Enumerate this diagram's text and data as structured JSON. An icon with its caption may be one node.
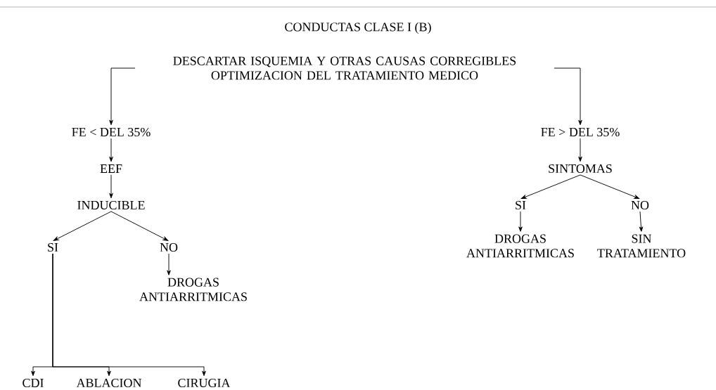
{
  "diagram": {
    "title": "CONDUCTAS  CLASE I (B)",
    "nodes": [
      {
        "text": [
          "DESCARTAR ISQUEMIA Y OTRAS CAUSAS CORREGIBLES OPTIMIZACION DEL TRATAMIENTO MEDICO"
        ]
      },
      {
        "text": [
          "FE < DEL 35%"
        ]
      },
      {
        "text": [
          "EEF"
        ]
      },
      {
        "text": [
          "INDUCIBLE"
        ]
      },
      {
        "text": [
          "SI"
        ]
      },
      {
        "text": [
          "NO"
        ]
      },
      {
        "text": [
          "DROGAS ANTIARRITMICAS"
        ]
      },
      {
        "text": [
          "CDI"
        ]
      },
      {
        "text": [
          "ABLACION"
        ]
      },
      {
        "text": [
          "CIRUGIA"
        ]
      },
      {
        "text": [
          "FE > DEL 35%"
        ]
      },
      {
        "text": [
          "SINTOMAS"
        ]
      },
      {
        "text": [
          "SI"
        ]
      },
      {
        "text": [
          "NO"
        ]
      },
      {
        "text": [
          "DROGAS ANTIARRITMICAS"
        ]
      },
      {
        "text": [
          "SIN TRATAMIENTO"
        ]
      }
    ],
    "edges": [
      {
        "from": 0,
        "to": 1,
        "arrow": "to"
      },
      {
        "from": 0,
        "to": 10,
        "arrow": "to"
      },
      {
        "from": 1,
        "to": 2,
        "arrow": "to"
      },
      {
        "from": 2,
        "to": 3,
        "arrow": "to"
      },
      {
        "from": 3,
        "to": 4,
        "arrow": "to"
      },
      {
        "from": 3,
        "to": 5,
        "arrow": "to"
      },
      {
        "from": 5,
        "to": 6,
        "arrow": "to"
      },
      {
        "from": 4,
        "to": 7,
        "arrow": "to"
      },
      {
        "from": 4,
        "to": 8,
        "arrow": "to"
      },
      {
        "from": 4,
        "to": 9,
        "arrow": "to"
      },
      {
        "from": 10,
        "to": 11,
        "arrow": "to"
      },
      {
        "from": 11,
        "to": 12,
        "arrow": "to"
      },
      {
        "from": 11,
        "to": 13,
        "arrow": "to"
      },
      {
        "from": 12,
        "to": 14,
        "arrow": "to"
      },
      {
        "from": 13,
        "to": 15,
        "arrow": "to"
      }
    ]
  }
}
